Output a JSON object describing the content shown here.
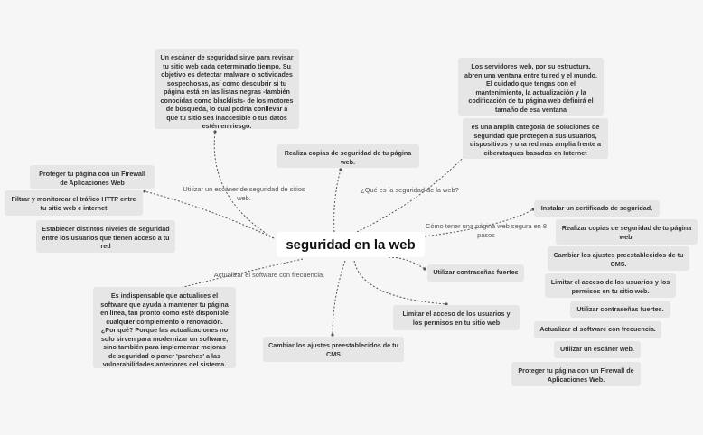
{
  "center": "seguridad en la web",
  "branches": {
    "scanner_label": "Utilizar un escáner de seguridad de sitios web.",
    "scanner_text": "Un escáner de seguridad sirve para revisar tu sitio web cada determinado tiempo. Su objetivo es detectar malware o actividades sospechosas, así como descubrir si tu página está en las listas negras -también conocidas como blacklists- de los motores de búsqueda, lo cual podría conllevar a que tu sitio sea inaccesible o tus datos estén en riesgo.",
    "copias_top": "Realiza copias de seguridad de tu página web.",
    "que_es_label": "¿Qué es la seguridad de la web?",
    "servidores": "Los servidores web, por su estructura, abren una ventana entre tu red y el mundo. El cuidado que tengas con el mantenimiento, la actualización y la codificación de tu página web definirá el tamaño de esa ventana",
    "categoria": "es una amplia categoría de soluciones de seguridad que protegen a sus usuarios, dispositivos y una red más amplia frente a ciberataques basados en Internet",
    "left1": "Proteger tu página con un Firewall de Aplicaciones Web",
    "left2": "Filtrar y monitorear el tráfico HTTP entre tu sitio web e internet",
    "left3": "Establecer distintos niveles de seguridad entre los usuarios que tienen acceso a tu red",
    "como_label": "Cómo tener una página web segura en 8 pasos",
    "steps": [
      "Instalar un certificado de seguridad.",
      "Realizar copias de seguridad de tu página web.",
      "Cambiar los ajustes preestablecidos de tu CMS.",
      "Limitar el acceso de los usuarios y los permisos en tu sitio web.",
      "Utilizar contraseñas fuertes.",
      "Actualizar el software con frecuencia.",
      "Utilizar un escáner web.",
      "Proteger tu página con un Firewall de Aplicaciones Web."
    ],
    "contrasenas": "Utilizar contraseñas fuertes",
    "limitar": "Limitar el acceso de los usuarios y los permisos en tu sitio web",
    "cambiar": "Cambiar los ajustes preestablecidos de tu CMS",
    "actualizar_label": "Actualizar el software con frecuencia.",
    "actualizar_text": "Es indispensable que actualices el software que ayuda a mantener tu página en línea, tan pronto como esté disponible cualquier complemento o renovación. ¿Por qué? Porque las actualizaciones no solo sirven para modernizar un software, sino también para implementar mejoras de seguridad o poner 'parches' a las vulnerabilidades anteriores del sistema."
  }
}
